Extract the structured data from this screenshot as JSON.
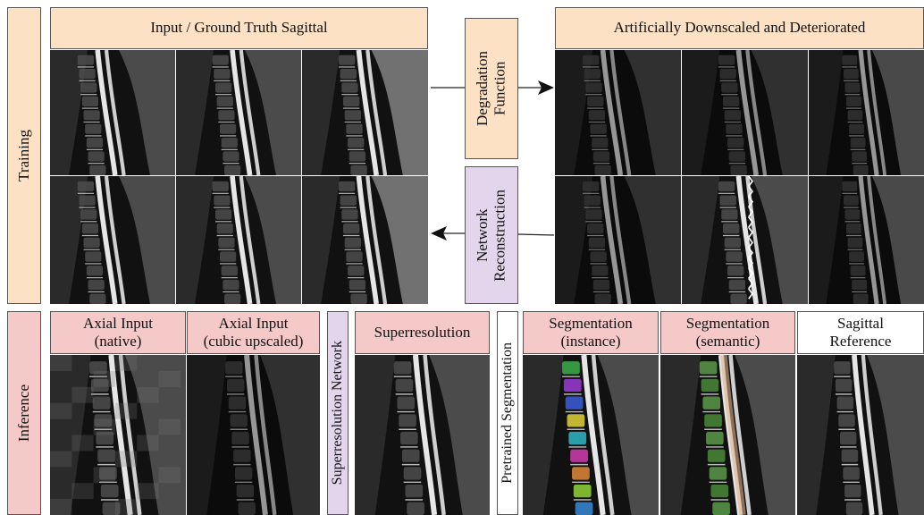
{
  "sections": {
    "training_label": "Training",
    "inference_label": "Inference"
  },
  "training": {
    "input_header": "Input / Ground Truth Sagittal",
    "output_header": "Artificially Downscaled and Deteriorated",
    "degradation_box": [
      "Degradation",
      "Function"
    ],
    "network_box": [
      "Network",
      "Reconstruction"
    ]
  },
  "inference": {
    "axial_native": [
      "Axial Input",
      "(native)"
    ],
    "axial_cubic": [
      "Axial Input",
      "(cubic upscaled)"
    ],
    "sr_network": "Superresolution Network",
    "superresolution": "Superresolution",
    "pretrained_seg": "Pretrained Segmentation",
    "seg_instance": [
      "Segmentation",
      "(instance)"
    ],
    "seg_semantic": [
      "Segmentation",
      "(semantic)"
    ],
    "sagittal_ref": [
      "Sagittal",
      "Reference"
    ]
  },
  "colors": {
    "peach": "#fde1c4",
    "pink": "#f6c9c9",
    "lavender": "#e3d6ec"
  }
}
